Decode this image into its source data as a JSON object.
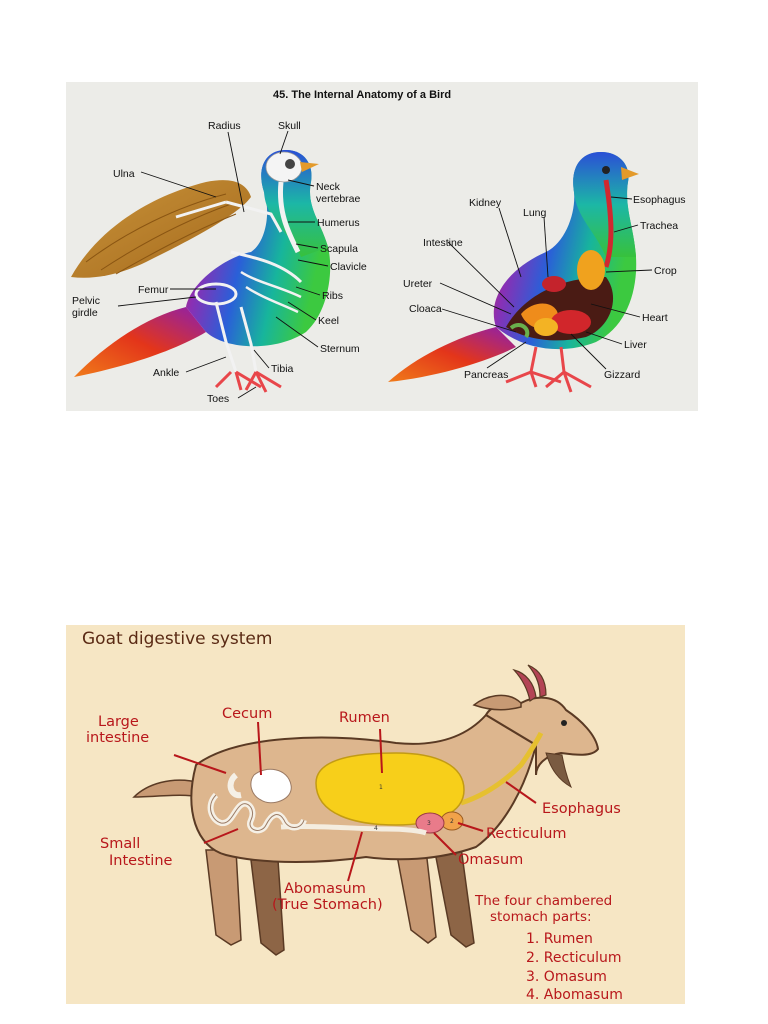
{
  "bird_diagram": {
    "title": "45.   The Internal Anatomy of a Bird",
    "skeleton_labels": {
      "radius": "Radius",
      "skull": "Skull",
      "ulna": "Ulna",
      "neck_vertebrae_line1": "Neck",
      "neck_vertebrae_line2": "vertebrae",
      "humerus": "Humerus",
      "scapula": "Scapula",
      "clavicle": "Clavicle",
      "femur": "Femur",
      "pelvic_girdle_line1": "Pelvic",
      "pelvic_girdle_line2": "girdle",
      "ribs": "Ribs",
      "keel": "Keel",
      "sternum": "Sternum",
      "ankle": "Ankle",
      "tibia": "Tibia",
      "toes": "Toes"
    },
    "organ_labels": {
      "kidney": "Kidney",
      "lung": "Lung",
      "esophagus": "Esophagus",
      "trachea": "Trachea",
      "intestine": "Intestine",
      "crop": "Crop",
      "ureter": "Ureter",
      "cloaca": "Cloaca",
      "heart": "Heart",
      "liver": "Liver",
      "pancreas": "Pancreas",
      "gizzard": "Gizzard"
    }
  },
  "goat_diagram": {
    "title": "Goat digestive system",
    "labels": {
      "large_intestine_line1": "Large",
      "large_intestine_line2": "intestine",
      "cecum": "Cecum",
      "rumen": "Rumen",
      "esophagus": "Esophagus",
      "recticulum": "Recticulum",
      "small_intestine_line1": "Small",
      "small_intestine_line2": "Intestine",
      "omasum": "Omasum",
      "abomasum_line1": "Abomasum",
      "abomasum_line2": "(True Stomach)"
    },
    "chamber_numbers": [
      "1",
      "2",
      "3",
      "4"
    ],
    "caption_line1": "The four chambered",
    "caption_line2": "stomach parts:",
    "stomach_parts": [
      "1. Rumen",
      "2. Recticulum",
      "3. Omasum",
      "4. Abomasum"
    ]
  }
}
